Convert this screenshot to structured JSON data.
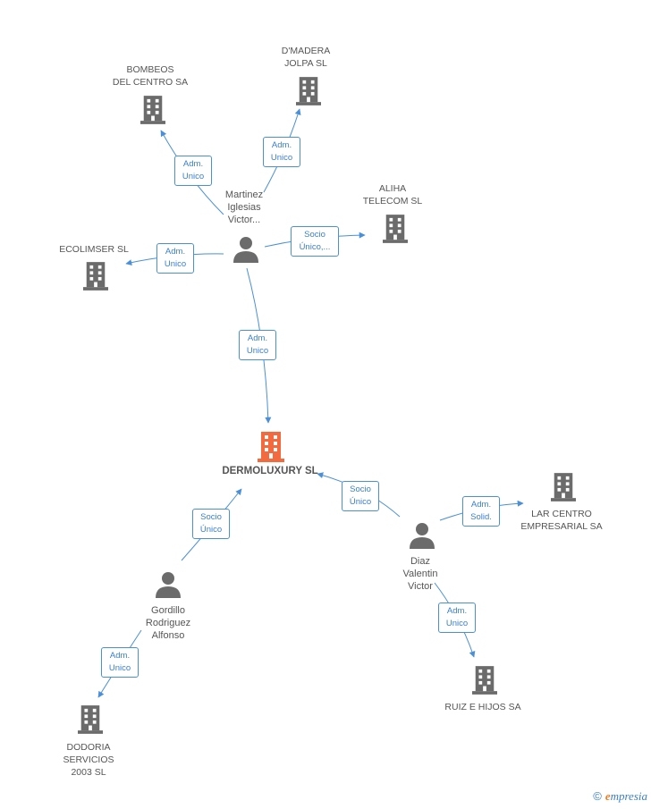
{
  "nodes": {
    "center": {
      "name": "DERMOLUXURY SL",
      "color": "#f26a3d"
    },
    "bombeos": {
      "name": "BOMBEOS\nDEL CENTRO SA"
    },
    "dmadera": {
      "name": "D'MADERA\nJOLPA SL"
    },
    "aliha": {
      "name": "ALIHA\nTELECOM SL"
    },
    "ecolimser": {
      "name": "ECOLIMSER SL"
    },
    "lar": {
      "name": "LAR CENTRO\nEMPRESARIAL SA"
    },
    "ruiz": {
      "name": "RUIZ E HIJOS SA"
    },
    "dodoria": {
      "name": "DODORIA\nSERVICIOS\n2003  SL"
    }
  },
  "persons": {
    "martinez": {
      "name": "Martinez\nIglesias\nVictor..."
    },
    "diaz": {
      "name": "Diaz\nValentin\nVictor"
    },
    "gordillo": {
      "name": "Gordillo\nRodriguez\nAlfonso"
    }
  },
  "edges": {
    "e_bombeos": "Adm.\nUnico",
    "e_dmadera": "Adm.\nUnico",
    "e_aliha": "Socio\nÚnico,...",
    "e_ecolimser": "Adm.\nUnico",
    "e_center_martinez": "Adm.\nUnico",
    "e_center_diaz": "Socio\nÚnico",
    "e_lar": "Adm.\nSolid.",
    "e_ruiz": "Adm.\nUnico",
    "e_center_gordillo": "Socio\nÚnico",
    "e_dodoria": "Adm.\nUnico"
  },
  "colors": {
    "edge": "#4a8fd9",
    "building": "#6b6b6b",
    "person": "#6b6b6b"
  },
  "brand": {
    "copyright": "©",
    "name_initial": "e",
    "name_rest": "mpresia"
  }
}
